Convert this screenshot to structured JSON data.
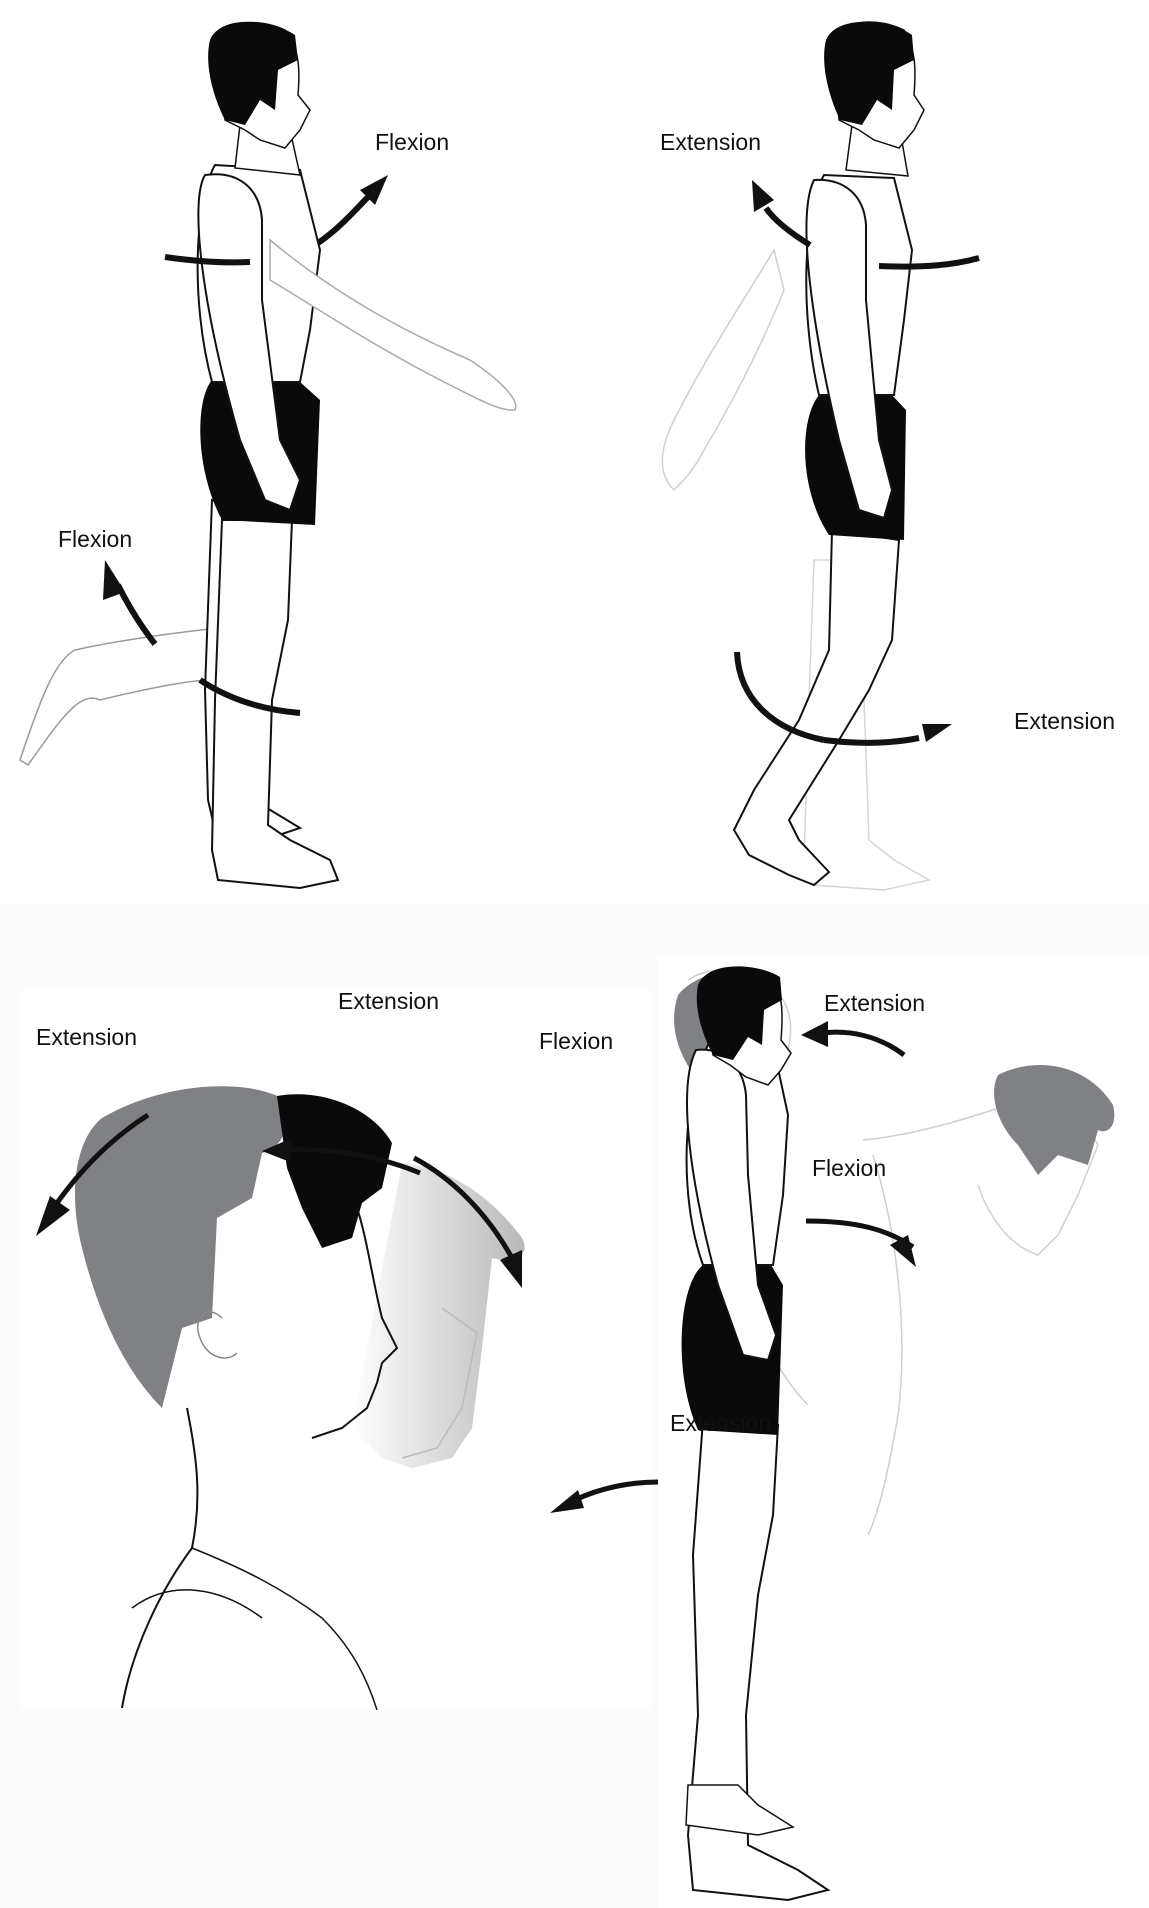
{
  "figure": {
    "panels": [
      {
        "id": "shoulder",
        "region": "top-left",
        "labels": [
          {
            "text": "Flexion"
          },
          {
            "text": "Flexion"
          }
        ]
      },
      {
        "id": "shoulder-knee-extension",
        "region": "top-right",
        "labels": [
          {
            "text": "Extension"
          },
          {
            "text": "Extension"
          }
        ]
      },
      {
        "id": "neck",
        "region": "bottom-left",
        "labels": [
          {
            "text": "Extension"
          },
          {
            "text": "Extension"
          },
          {
            "text": "Flexion"
          }
        ]
      },
      {
        "id": "trunk",
        "region": "bottom-right",
        "labels": [
          {
            "text": "Extension"
          },
          {
            "text": "Extension"
          },
          {
            "text": "Flexion"
          }
        ]
      }
    ],
    "colors": {
      "background": "#fcfcfc",
      "panel": "#ffffff",
      "ink": "#111111",
      "ghost_hair": "#808184",
      "ghost_line": "#c8c8c8",
      "shorts": "#0a0a0a"
    }
  }
}
